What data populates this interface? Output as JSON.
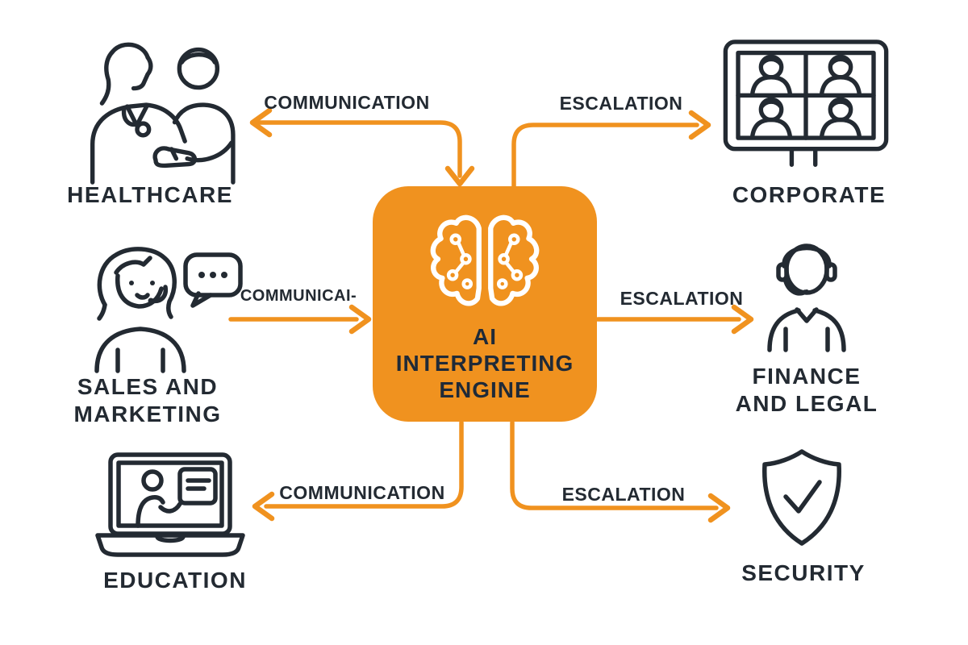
{
  "diagram_title": "AI Interpreting Engine diagram",
  "colors": {
    "accent_orange": "#F0921F",
    "ink": "#232A32",
    "center_text": "#1F2A38",
    "background": "#FFFFFF",
    "center_icon": "#FFFFFF"
  },
  "center": {
    "title_lines": [
      "AI",
      "INTERPRETING",
      "ENGINE"
    ],
    "icon": "brain-circuit-icon"
  },
  "nodes": [
    {
      "id": "healthcare",
      "label_lines": [
        "HEALTHCARE"
      ],
      "icon": "doctor-patient-icon",
      "position": "top-left"
    },
    {
      "id": "corporate",
      "label_lines": [
        "CORPORATE"
      ],
      "icon": "video-conference-icon",
      "position": "top-right"
    },
    {
      "id": "sales-marketing",
      "label_lines": [
        "SALES AND",
        "MARKETING"
      ],
      "icon": "agent-speech-bubble-icon",
      "position": "middle-left"
    },
    {
      "id": "finance-legal",
      "label_lines": [
        "FINANCE",
        "AND LEGAL"
      ],
      "icon": "headset-agent-icon",
      "position": "middle-right"
    },
    {
      "id": "education",
      "label_lines": [
        "EDUCATION"
      ],
      "icon": "laptop-teacher-icon",
      "position": "bottom-left"
    },
    {
      "id": "security",
      "label_lines": [
        "SECURITY"
      ],
      "icon": "shield-check-icon",
      "position": "bottom-right"
    }
  ],
  "connectors": [
    {
      "id": "healthcare-link",
      "label": "COMMUNICATION",
      "arrowheads": [
        "to-healthcare",
        "to-engine"
      ]
    },
    {
      "id": "corporate-link",
      "label": "ESCALATION",
      "arrowheads": [
        "to-corporate"
      ]
    },
    {
      "id": "sales-link",
      "label": "COMMUNICAI-",
      "arrowheads": [
        "to-engine"
      ]
    },
    {
      "id": "finance-link",
      "label": "ESCALATION",
      "arrowheads": [
        "to-finance-legal"
      ]
    },
    {
      "id": "education-link",
      "label": "COMMUNICATION",
      "arrowheads": [
        "to-education"
      ]
    },
    {
      "id": "security-link",
      "label": "ESCALATION",
      "arrowheads": [
        "to-security"
      ]
    }
  ]
}
